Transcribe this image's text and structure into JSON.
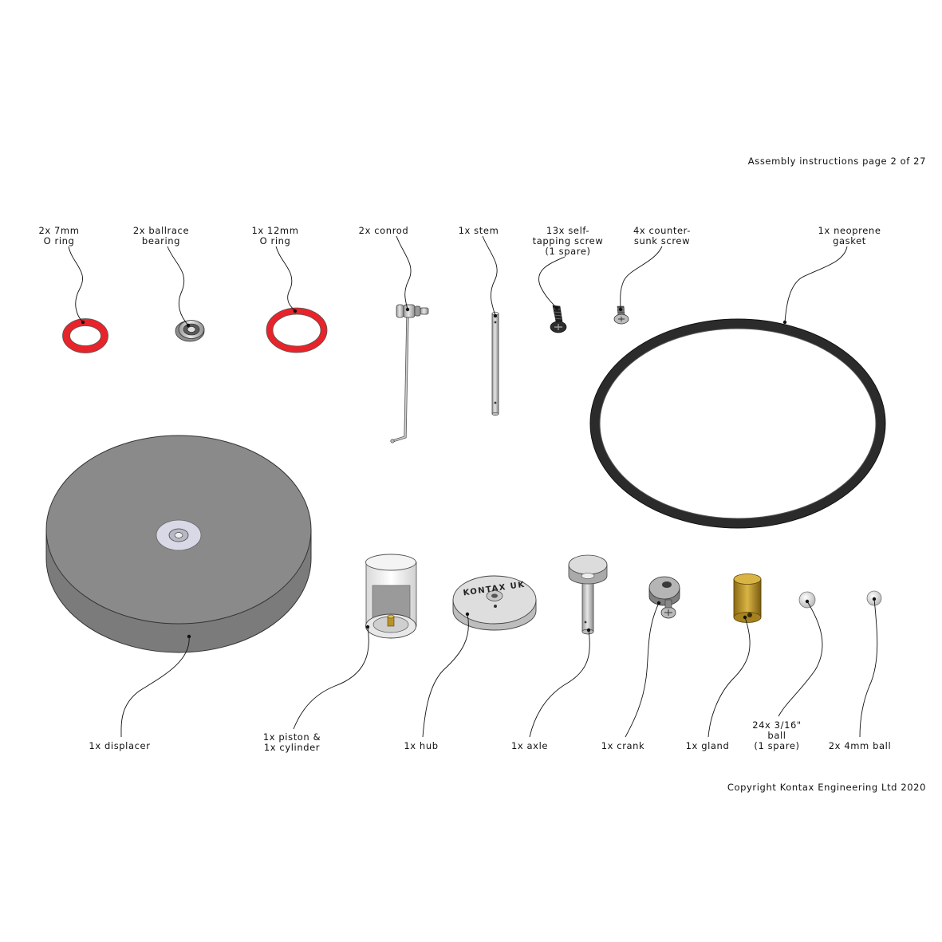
{
  "page_info": "Assembly instructions page 2 of 27",
  "copyright": "Copyright Kontax Engineering Ltd 2020",
  "hub_logo_text": "KONTAX UK",
  "colors": {
    "oring": "#e8232a",
    "gasket": "#2b2b2b",
    "displacer": "#8a8a8a",
    "gland": "#b89226",
    "metal": "#c4c4c4"
  },
  "parts": [
    {
      "id": "oring-7mm",
      "lines": [
        "2x 7mm",
        "O ring"
      ]
    },
    {
      "id": "ballrace-bearing",
      "lines": [
        "2x ballrace",
        "bearing"
      ]
    },
    {
      "id": "oring-12mm",
      "lines": [
        "1x 12mm",
        "O ring"
      ]
    },
    {
      "id": "conrod",
      "lines": [
        "2x conrod"
      ]
    },
    {
      "id": "stem",
      "lines": [
        "1x stem"
      ]
    },
    {
      "id": "self-tapping-screw",
      "lines": [
        "13x self-",
        "tapping screw",
        "(1 spare)"
      ]
    },
    {
      "id": "countersunk-screw",
      "lines": [
        "4x counter-",
        "sunk screw"
      ]
    },
    {
      "id": "neoprene-gasket",
      "lines": [
        "1x neoprene",
        "gasket"
      ]
    },
    {
      "id": "displacer",
      "lines": [
        "1x displacer"
      ]
    },
    {
      "id": "piston-cylinder",
      "lines": [
        "1x piston &",
        "1x cylinder"
      ]
    },
    {
      "id": "hub",
      "lines": [
        "1x hub"
      ]
    },
    {
      "id": "axle",
      "lines": [
        "1x axle"
      ]
    },
    {
      "id": "crank",
      "lines": [
        "1x crank"
      ]
    },
    {
      "id": "gland",
      "lines": [
        "1x gland"
      ]
    },
    {
      "id": "ball-3-16",
      "lines": [
        "24x 3/16\"",
        "ball",
        "(1 spare)"
      ]
    },
    {
      "id": "ball-4mm",
      "lines": [
        "2x 4mm ball"
      ]
    }
  ]
}
